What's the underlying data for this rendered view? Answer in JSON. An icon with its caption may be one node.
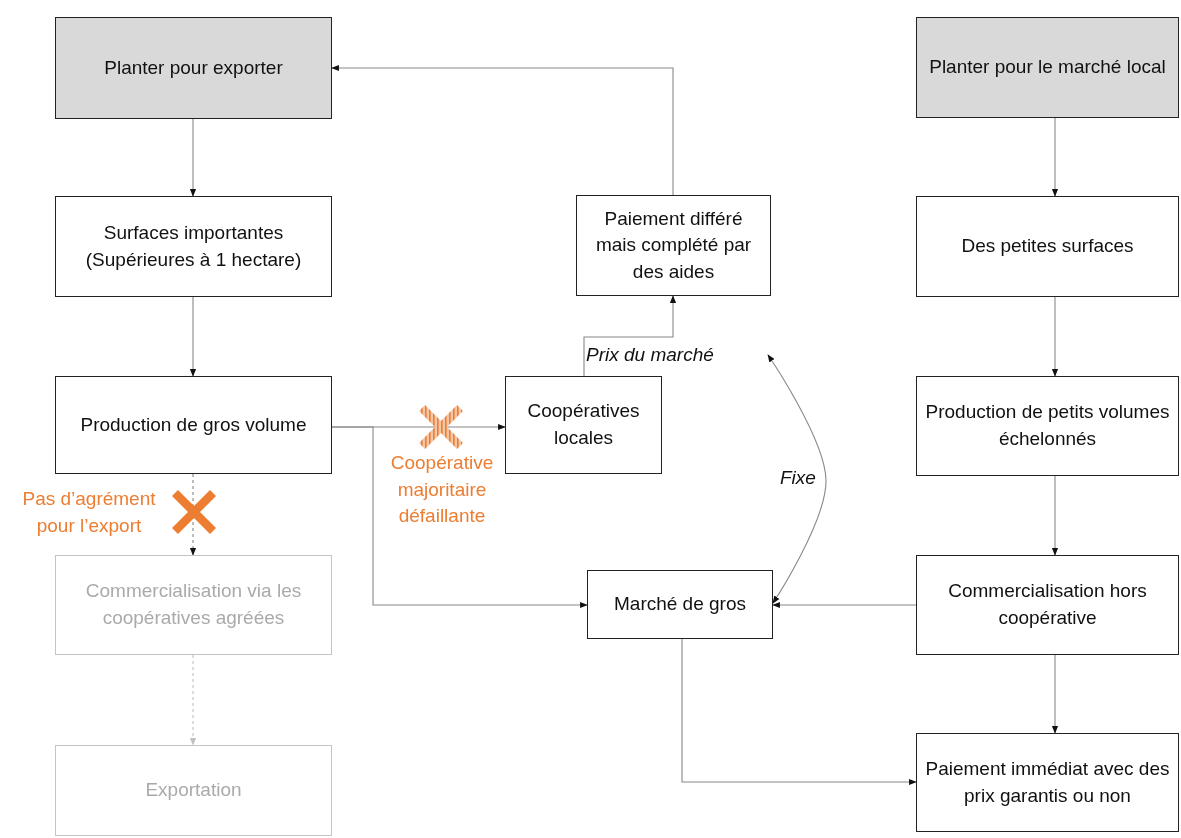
{
  "diagram": {
    "nodes": [
      {
        "text": [
          "Planter pour exporter"
        ]
      },
      {
        "text": [
          "Surfaces importantes (Supérieures  à 1 hectare)"
        ]
      },
      {
        "text": [
          "Production de gros volume"
        ]
      },
      {
        "text": [
          "Commercialisation via les coopératives agréées"
        ]
      },
      {
        "text": [
          "Exportation"
        ]
      },
      {
        "text": [
          "Paiement différé mais complété par des aides"
        ]
      },
      {
        "text": [
          "Coopératives locales"
        ]
      },
      {
        "text": [
          "Marché de gros"
        ]
      },
      {
        "text": [
          "Planter pour le marché local"
        ]
      },
      {
        "text": [
          "Des petites surfaces"
        ]
      },
      {
        "text": [
          "Production de petits volumes échelonnés"
        ]
      },
      {
        "text": [
          "Commercialisation hors coopérative"
        ]
      },
      {
        "text": [
          "Paiement immédiat avec des prix garantis ou non"
        ]
      },
      {
        "text": [
          "Prix du marché"
        ]
      }
    ],
    "edges": [
      {
        "from": 0,
        "to": 1,
        "arrow": "to"
      },
      {
        "from": 1,
        "to": 2,
        "arrow": "to"
      },
      {
        "from": 2,
        "to": 3,
        "arrow": "to",
        "style": "dashed"
      },
      {
        "from": 3,
        "to": 4,
        "arrow": "to",
        "style": "dashed",
        "color": "#c0c0c0"
      },
      {
        "from": 5,
        "to": 0,
        "arrow": "to"
      },
      {
        "from": 6,
        "to": 5,
        "arrow": "to"
      },
      {
        "from": 2,
        "to": 6,
        "arrow": "to"
      },
      {
        "from": 2,
        "to": 7,
        "arrow": "to"
      },
      {
        "from": 8,
        "to": 9,
        "arrow": "to"
      },
      {
        "from": 9,
        "to": 10,
        "arrow": "to"
      },
      {
        "from": 10,
        "to": 11,
        "arrow": "to"
      },
      {
        "from": 11,
        "to": 12,
        "arrow": "to"
      },
      {
        "from": 11,
        "to": 7,
        "arrow": "to"
      },
      {
        "from": 7,
        "to": 12,
        "arrow": "to"
      },
      {
        "from": 7,
        "to": 13,
        "arrow": "both",
        "label": "Fixe"
      }
    ],
    "labels": [
      "Pas d’agrément pour l’export",
      "Coopérative majoritaire défaillante"
    ]
  }
}
